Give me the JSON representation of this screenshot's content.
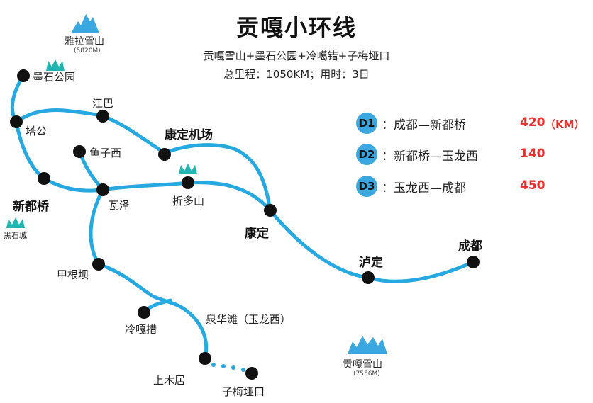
{
  "title": "贡嘎小环线",
  "subtitle": "贡嘎雪山+墨石公园+冷噶错+子梅垭口",
  "meta": "总里程：1050KM；用时：3日",
  "colors": {
    "route": "#25a9e0",
    "badge": "#3aa7e0",
    "distance": "#e53030",
    "mountain": "#3aa7e0"
  },
  "mountains": {
    "yala": {
      "name": "雅拉雪山",
      "elevation": "(5820M)"
    },
    "gongga": {
      "name": "贡嘎雪山",
      "elevation": "(7556M)"
    },
    "heishicheng": {
      "name": "黑石城"
    },
    "moshi_icon": "mountain-icon",
    "zheduo_icon": "mountain-icon"
  },
  "places": {
    "moshi": "墨石公园",
    "jiangba": "江巴",
    "tagong": "塔公",
    "xinduqiao": "新都桥",
    "yuzixi": "鱼子西",
    "waze": "瓦泽",
    "zheduoshan": "折多山",
    "kangding_airport": "康定机场",
    "kangding": "康定",
    "luding": "泸定",
    "chengdu": "成都",
    "jiagenba": "甲根坝",
    "lenggacuo": "冷嘎措",
    "quanhuatan": "泉华滩（玉龙西）",
    "shangmuju": "上木居",
    "zimei": "子梅垭口"
  },
  "itinerary": [
    {
      "day": "D1",
      "route": "：成都—新都桥",
      "distance": "420",
      "unit": "（KM）"
    },
    {
      "day": "D2",
      "route": "：新都桥—玉龙西",
      "distance": "140"
    },
    {
      "day": "D3",
      "route": "：玉龙西—成都",
      "distance": "450"
    }
  ]
}
